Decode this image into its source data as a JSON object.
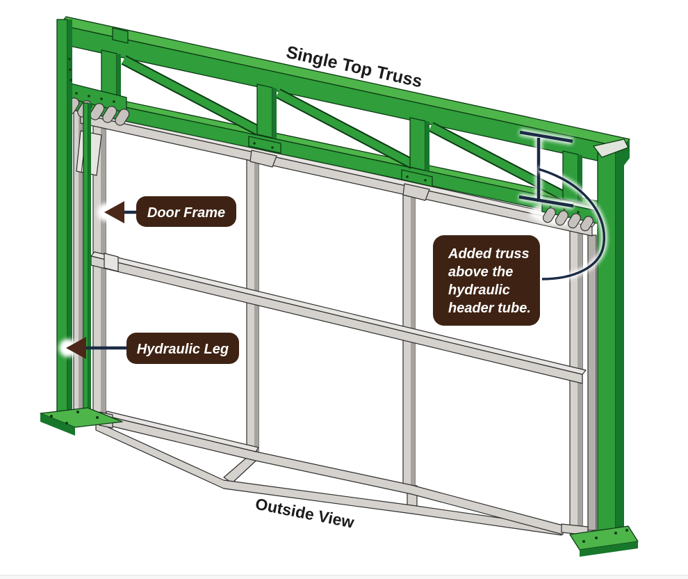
{
  "annotations": {
    "top_label": "Single Top Truss",
    "bottom_label": "Outside View",
    "callouts": [
      {
        "id": "door-frame",
        "text": "Door Frame"
      },
      {
        "id": "hydraulic-leg",
        "text": "Hydraulic Leg"
      },
      {
        "id": "added-truss",
        "text": "Added truss above the hydraulic header tube.",
        "lines": [
          "Added truss",
          "above the",
          "hydraulic",
          "header tube."
        ]
      }
    ]
  },
  "colors": {
    "truss_green": "#2f9e3b",
    "truss_green_dark": "#17772b",
    "truss_green_light": "#4eb54a",
    "steel_gray": "#d5d2ce",
    "steel_gray_dark": "#a6a29d",
    "callout_brown": "#3e2314",
    "arrowhead_brown": "#4a2718",
    "leader_navy": "#1b2b45",
    "label_text": "#ffffff",
    "heading_text": "#1b1b1b"
  }
}
